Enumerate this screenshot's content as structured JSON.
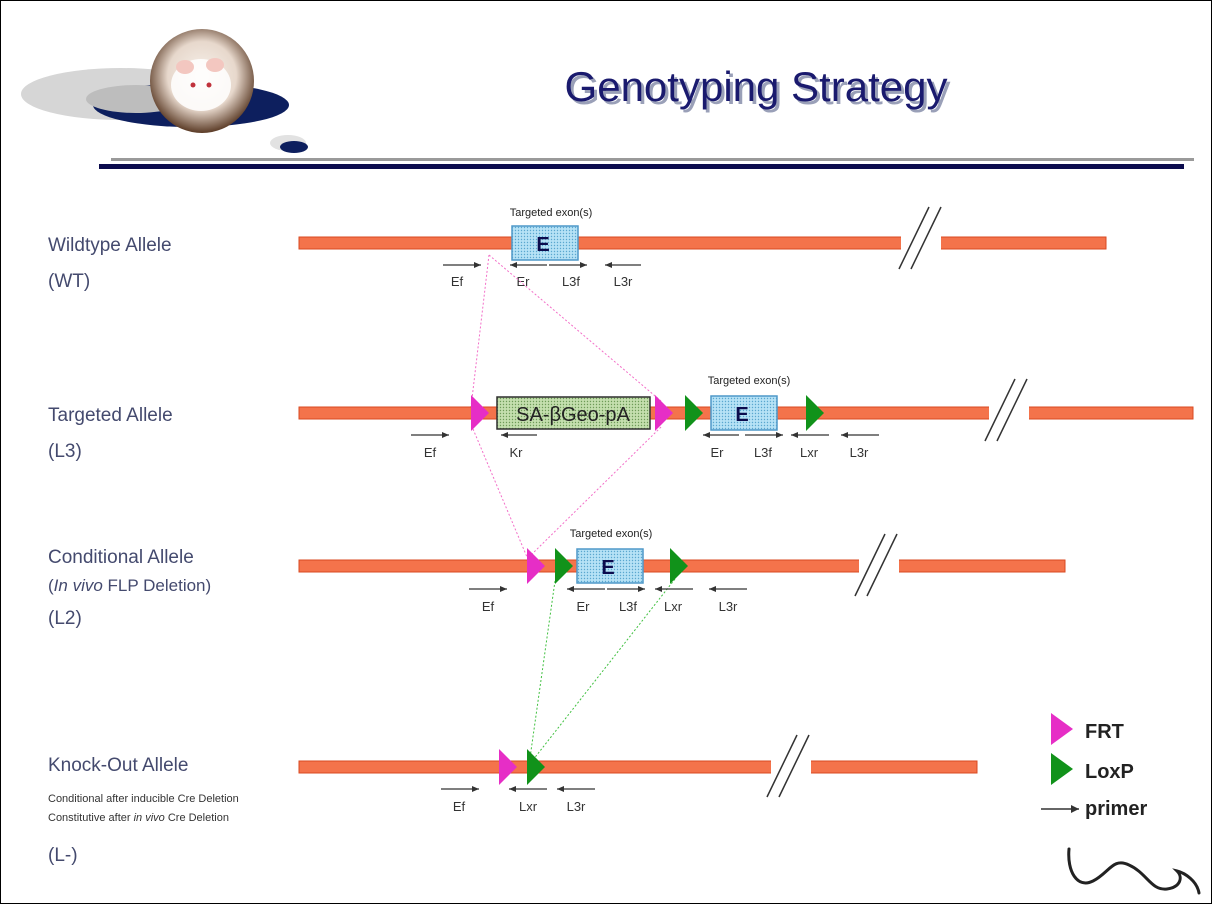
{
  "title": "Genotyping Strategy",
  "colors": {
    "bar": "#f4734b",
    "bar_edge": "#d94a22",
    "frt": "#e62ec6",
    "loxp": "#11921a",
    "exon_fill": "#a9dcf2",
    "cassette_fill": "#b9d8a2",
    "frt_line": "#f36fc8",
    "loxp_line": "#40c040",
    "title": "#1a1a6e"
  },
  "rows": [
    {
      "name_line1": "Wildtype Allele",
      "name_line2": "(WT)",
      "exon_caption": "Targeted exon(s)",
      "exon_label": "E",
      "primers": [
        "Ef",
        "Er",
        "L3f",
        "L3r"
      ]
    },
    {
      "name_line1": "Targeted Allele",
      "name_line2": "(L3)",
      "exon_caption": "Targeted exon(s)",
      "exon_label": "E",
      "cassette_label": "SA-βGeo-pA",
      "primers": [
        "Ef",
        "Kr",
        "Er",
        "L3f",
        "Lxr",
        "L3r"
      ]
    },
    {
      "name_line1": "Conditional Allele",
      "name_line2_italic": "In vivo",
      "name_line2_rest": " FLP Deletion)",
      "name_line2_open": "(",
      "name_line3": "(L2)",
      "exon_caption": "Targeted exon(s)",
      "exon_label": "E",
      "primers": [
        "Ef",
        "Er",
        "L3f",
        "Lxr",
        "L3r"
      ]
    },
    {
      "name_line1": "Knock-Out Allele",
      "note1": "Conditional after inducible Cre Deletion",
      "note2_pre": "Constitutive after ",
      "note2_italic": "in vivo",
      "note2_post": " Cre Deletion",
      "name_line3": "(L-)",
      "primers": [
        "Ef",
        "Lxr",
        "L3r"
      ]
    }
  ],
  "legend": {
    "frt": "FRT",
    "loxp": "LoxP",
    "primer": "primer"
  }
}
